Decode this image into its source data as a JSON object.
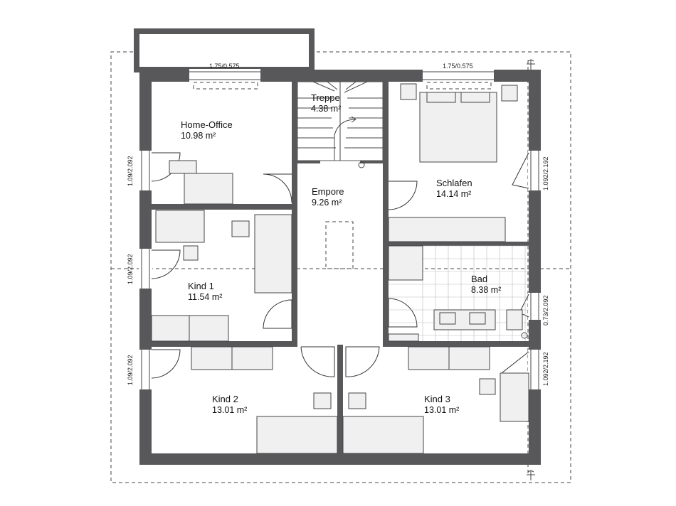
{
  "rooms": [
    {
      "id": "home-office",
      "name": "Home-Office",
      "area": "10.98 m²"
    },
    {
      "id": "treppe",
      "name": "Treppe",
      "area": "4.38 m²"
    },
    {
      "id": "schlafen",
      "name": "Schlafen",
      "area": "14.14 m²"
    },
    {
      "id": "empore",
      "name": "Empore",
      "area": "9.26 m²"
    },
    {
      "id": "bad",
      "name": "Bad",
      "area": "8.38 m²"
    },
    {
      "id": "kind1",
      "name": "Kind 1",
      "area": "11.54 m²"
    },
    {
      "id": "kind2",
      "name": "Kind 2",
      "area": "13.01 m²"
    },
    {
      "id": "kind3",
      "name": "Kind 3",
      "area": "13.01 m²"
    }
  ],
  "dimensions": {
    "window_top_left": "1.75/0.575",
    "window_top_right": "1.75/0.575",
    "window_left_upper": "1.09/2.092",
    "window_left_middle": "1.09/2.092",
    "window_left_lower": "1.09/2.092",
    "window_right_upper": "1.092/2.192",
    "window_right_middle": "0.73/2.092",
    "window_right_lower": "1.092/2.192"
  },
  "colors": {
    "wall": "#58585b",
    "furniture": "#f0f0f1"
  }
}
